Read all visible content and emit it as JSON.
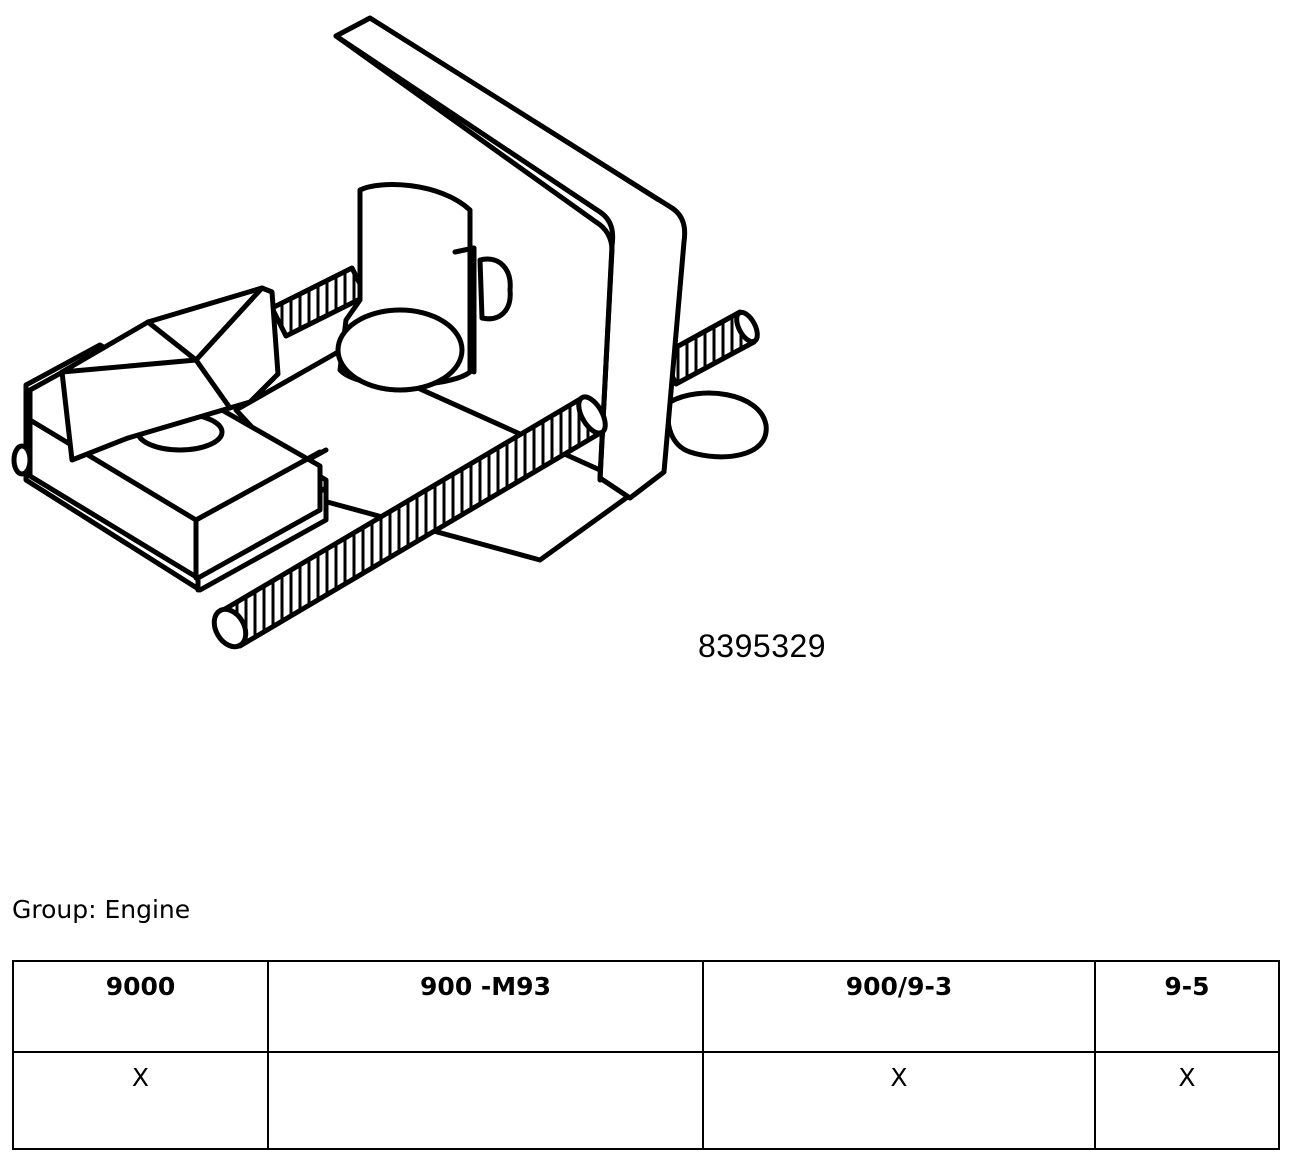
{
  "figure": {
    "part_number": "8395329"
  },
  "group": {
    "label": "Group: Engine"
  },
  "table": {
    "headers": [
      "9000",
      "900 -M93",
      "900/9-3",
      "9-5"
    ],
    "row": [
      "X",
      "",
      "X",
      "X"
    ]
  }
}
